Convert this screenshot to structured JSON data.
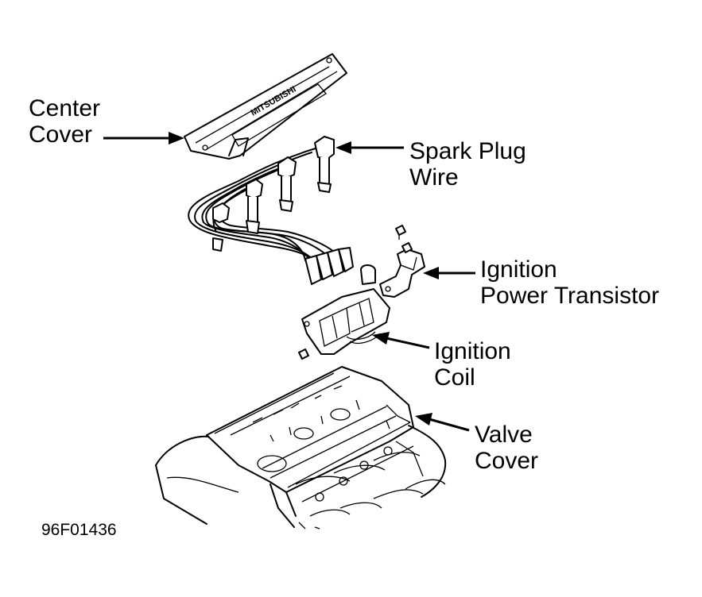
{
  "labels": {
    "center_cover_1": "Center",
    "center_cover_2": "Cover",
    "spark_plug_wire_1": "Spark Plug",
    "spark_plug_wire_2": "Wire",
    "ignition_power_transistor_1": "Ignition",
    "ignition_power_transistor_2": "Power Transistor",
    "ignition_coil_1": "Ignition",
    "ignition_coil_2": "Coil",
    "valve_cover_1": "Valve",
    "valve_cover_2": "Cover"
  },
  "figure_code": "96F01436",
  "cover_logo_text": "MITSUBISHI"
}
